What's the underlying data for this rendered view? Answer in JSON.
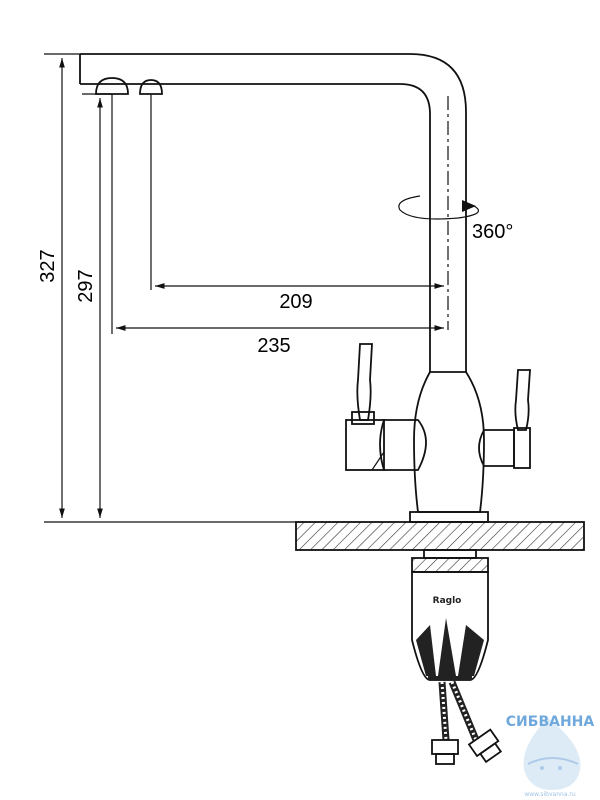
{
  "dimensions": {
    "total_height": "327",
    "spout_height": "297",
    "reach_inner": "209",
    "reach_outer": "235",
    "rotation": "360°"
  },
  "brand_label": "Raglo",
  "watermark": {
    "name": "СИБВАННА",
    "url": "www.sibvanna.ru"
  },
  "colors": {
    "line": "#111111",
    "hatch": "#333333",
    "watermark": "#6fa8dc"
  }
}
